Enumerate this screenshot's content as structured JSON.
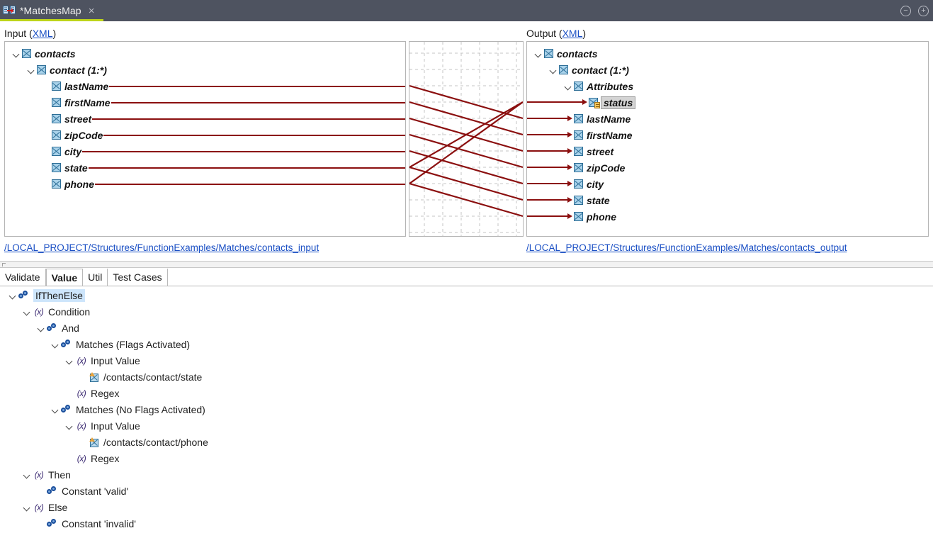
{
  "window": {
    "tab_title": "*MatchesMap",
    "tab_icon": "mapping-icon",
    "close_icon": "×",
    "minimize_icon": "⊖",
    "maximize_icon": "⊕",
    "accent_color": "#bdd419",
    "titlebar_color": "#4e5360"
  },
  "mapping": {
    "input": {
      "label_prefix": "Input (",
      "label_link": "XML",
      "label_suffix": ")",
      "path": "/LOCAL_PROJECT/Structures/FunctionExamples/Matches/contacts_input",
      "nodes": [
        {
          "label": "contacts",
          "depth": 0,
          "expandable": true,
          "icon": "xml-element-icon",
          "connected": false
        },
        {
          "label": "contact (1:*)",
          "depth": 1,
          "expandable": true,
          "icon": "xml-element-icon",
          "connected": false
        },
        {
          "label": "lastName",
          "depth": 2,
          "expandable": false,
          "icon": "xml-element-icon",
          "connected": true
        },
        {
          "label": "firstName",
          "depth": 2,
          "expandable": false,
          "icon": "xml-element-icon",
          "connected": true
        },
        {
          "label": "street",
          "depth": 2,
          "expandable": false,
          "icon": "xml-element-icon",
          "connected": true
        },
        {
          "label": "zipCode",
          "depth": 2,
          "expandable": false,
          "icon": "xml-element-icon",
          "connected": true
        },
        {
          "label": "city",
          "depth": 2,
          "expandable": false,
          "icon": "xml-element-icon",
          "connected": true
        },
        {
          "label": "state",
          "depth": 2,
          "expandable": false,
          "icon": "xml-element-icon",
          "connected": true
        },
        {
          "label": "phone",
          "depth": 2,
          "expandable": false,
          "icon": "xml-element-icon",
          "connected": true
        }
      ]
    },
    "output": {
      "label_prefix": "Output (",
      "label_link": "XML",
      "label_suffix": ")",
      "path": "/LOCAL_PROJECT/Structures/FunctionExamples/Matches/contacts_output",
      "nodes": [
        {
          "label": "contacts",
          "depth": 0,
          "expandable": true,
          "icon": "xml-element-icon",
          "connected": false,
          "selected": false
        },
        {
          "label": "contact (1:*)",
          "depth": 1,
          "expandable": true,
          "icon": "xml-element-icon",
          "connected": false,
          "selected": false
        },
        {
          "label": "Attributes",
          "depth": 2,
          "expandable": true,
          "icon": "xml-element-icon",
          "connected": false,
          "selected": false
        },
        {
          "label": "status",
          "depth": 3,
          "expandable": false,
          "icon": "xml-attribute-icon",
          "connected": true,
          "selected": true
        },
        {
          "label": "lastName",
          "depth": 2,
          "expandable": false,
          "icon": "xml-element-icon",
          "connected": true,
          "selected": false
        },
        {
          "label": "firstName",
          "depth": 2,
          "expandable": false,
          "icon": "xml-element-icon",
          "connected": true,
          "selected": false
        },
        {
          "label": "street",
          "depth": 2,
          "expandable": false,
          "icon": "xml-element-icon",
          "connected": true,
          "selected": false
        },
        {
          "label": "zipCode",
          "depth": 2,
          "expandable": false,
          "icon": "xml-element-icon",
          "connected": true,
          "selected": false
        },
        {
          "label": "city",
          "depth": 2,
          "expandable": false,
          "icon": "xml-element-icon",
          "connected": true,
          "selected": false
        },
        {
          "label": "state",
          "depth": 2,
          "expandable": false,
          "icon": "xml-element-icon",
          "connected": true,
          "selected": false
        },
        {
          "label": "phone",
          "depth": 2,
          "expandable": false,
          "icon": "xml-element-icon",
          "connected": true,
          "selected": false
        }
      ]
    },
    "link_color": "#8b0f0f",
    "grid_color": "#c4c4c4",
    "links": [
      {
        "from": "lastName",
        "to": "lastName"
      },
      {
        "from": "firstName",
        "to": "firstName"
      },
      {
        "from": "street",
        "to": "street"
      },
      {
        "from": "zipCode",
        "to": "zipCode"
      },
      {
        "from": "city",
        "to": "city"
      },
      {
        "from": "state",
        "to": "status"
      },
      {
        "from": "state",
        "to": "state"
      },
      {
        "from": "phone",
        "to": "status"
      },
      {
        "from": "phone",
        "to": "phone"
      }
    ]
  },
  "bottom": {
    "tabs": [
      {
        "label": "Validate",
        "selected": false
      },
      {
        "label": "Value",
        "selected": true
      },
      {
        "label": "Util",
        "selected": false
      },
      {
        "label": "Test Cases",
        "selected": false
      }
    ],
    "tree": [
      {
        "label": "IfThenElse",
        "depth": 0,
        "expandable": true,
        "icon": "function-icon",
        "selected": true
      },
      {
        "label": "Condition",
        "depth": 1,
        "expandable": true,
        "icon": "variable-icon",
        "selected": false
      },
      {
        "label": "And",
        "depth": 2,
        "expandable": true,
        "icon": "function-icon",
        "selected": false
      },
      {
        "label": "Matches (Flags Activated)",
        "depth": 3,
        "expandable": true,
        "icon": "function-icon",
        "selected": false
      },
      {
        "label": "Input Value",
        "depth": 4,
        "expandable": true,
        "icon": "variable-icon",
        "selected": false
      },
      {
        "label": "/contacts/contact/state",
        "depth": 5,
        "expandable": false,
        "icon": "xpath-icon",
        "selected": false
      },
      {
        "label": "Regex",
        "depth": 4,
        "expandable": false,
        "icon": "variable-icon",
        "selected": false
      },
      {
        "label": "Matches (No Flags Activated)",
        "depth": 3,
        "expandable": true,
        "icon": "function-icon",
        "selected": false
      },
      {
        "label": "Input Value",
        "depth": 4,
        "expandable": true,
        "icon": "variable-icon",
        "selected": false
      },
      {
        "label": "/contacts/contact/phone",
        "depth": 5,
        "expandable": false,
        "icon": "xpath-icon",
        "selected": false
      },
      {
        "label": "Regex",
        "depth": 4,
        "expandable": false,
        "icon": "variable-icon",
        "selected": false
      },
      {
        "label": "Then",
        "depth": 1,
        "expandable": true,
        "icon": "variable-icon",
        "selected": false
      },
      {
        "label": "Constant 'valid'",
        "depth": 2,
        "expandable": false,
        "icon": "function-icon",
        "selected": false
      },
      {
        "label": "Else",
        "depth": 1,
        "expandable": true,
        "icon": "variable-icon",
        "selected": false
      },
      {
        "label": "Constant 'invalid'",
        "depth": 2,
        "expandable": false,
        "icon": "function-icon",
        "selected": false
      }
    ]
  }
}
